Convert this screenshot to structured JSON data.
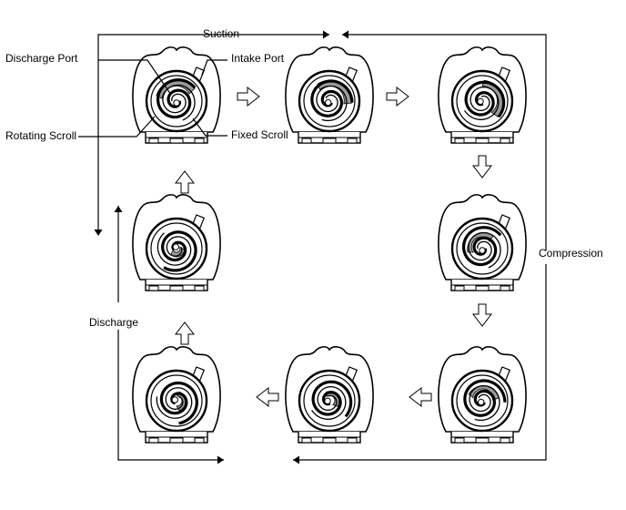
{
  "labels": {
    "suction": "Suction",
    "compression": "Compression",
    "discharge": "Discharge",
    "discharge_port": "Discharge Port",
    "intake_port": "Intake Port",
    "rotating_scroll": "Rotating Scroll",
    "fixed_scroll": "Fixed Scroll"
  },
  "stages": [
    {
      "id": "stage-1",
      "shaded": "outer-crescent"
    },
    {
      "id": "stage-2",
      "shaded": "outer-crescent"
    },
    {
      "id": "stage-3",
      "shaded": "outer-crescent"
    },
    {
      "id": "stage-4",
      "shaded": "middle-pocket"
    },
    {
      "id": "stage-5",
      "shaded": "middle-pocket"
    },
    {
      "id": "stage-6",
      "shaded": "inner-pocket"
    },
    {
      "id": "stage-7",
      "shaded": "inner-pocket"
    },
    {
      "id": "stage-8",
      "shaded": "center"
    }
  ],
  "colors": {
    "line": "#000000",
    "shade": "#9a9a9a",
    "background": "#ffffff"
  }
}
